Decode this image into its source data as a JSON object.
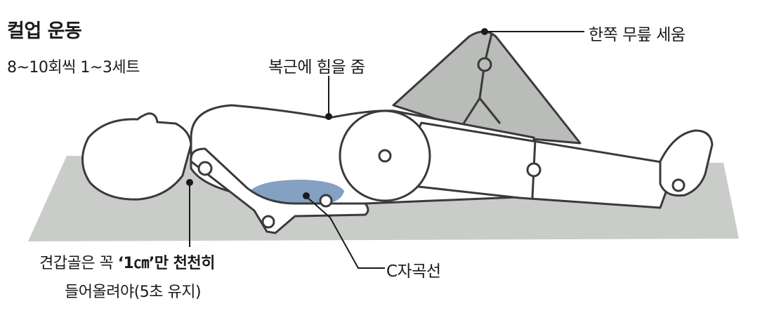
{
  "title": "컬업 운동",
  "subtitle": "8~10회씩 1~3세트",
  "labels": {
    "abdomen": "복근에 힘을 줌",
    "knee": "한쪽 무릎 세움",
    "c_curve": "C자곡선",
    "shoulder_part1": "견갑골은 꼭 ",
    "shoulder_emph": "‘1㎝’만 천천히",
    "shoulder_line2": "들어올려야(5초 유지)"
  },
  "colors": {
    "mat": "#c9ccc8",
    "body_fill": "#ffffff",
    "outline": "#3a3a3a",
    "raised_leg": "#b9bcb8",
    "highlight": "#6e8fb8",
    "text": "#1a1a1a"
  }
}
